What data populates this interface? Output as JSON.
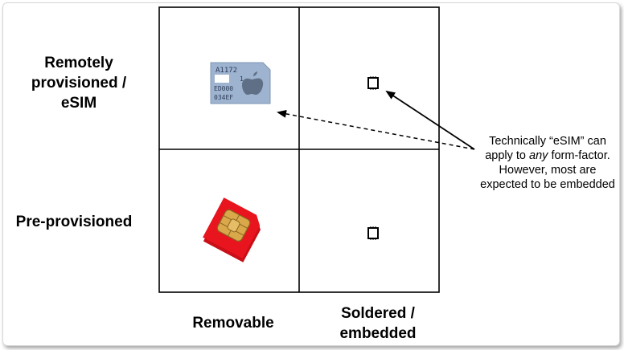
{
  "rows": [
    {
      "label": "Remotely provisioned / eSIM"
    },
    {
      "label": "Pre-provisioned"
    }
  ],
  "columns": [
    {
      "label": "Removable"
    },
    {
      "label": "Soldered / embedded"
    }
  ],
  "note": {
    "part1": "Technically “eSIM” can apply to ",
    "emphasis": "any",
    "part2": " form-factor. However, most are expected to be embedded"
  },
  "apple_sim_text": {
    "line1": "A1172",
    "line2": "1",
    "line3": "ED000",
    "line4": "034EF"
  },
  "colors": {
    "apple_sim": "#9db3cf",
    "red_sim": "#e8141e",
    "chip_gold": "#d9a84a",
    "grid_line": "#000000"
  },
  "icons": {
    "apple_logo": "apple-logo-icon",
    "embedded_chip": "embedded-chip-icon",
    "sim_card": "sim-card-icon"
  }
}
